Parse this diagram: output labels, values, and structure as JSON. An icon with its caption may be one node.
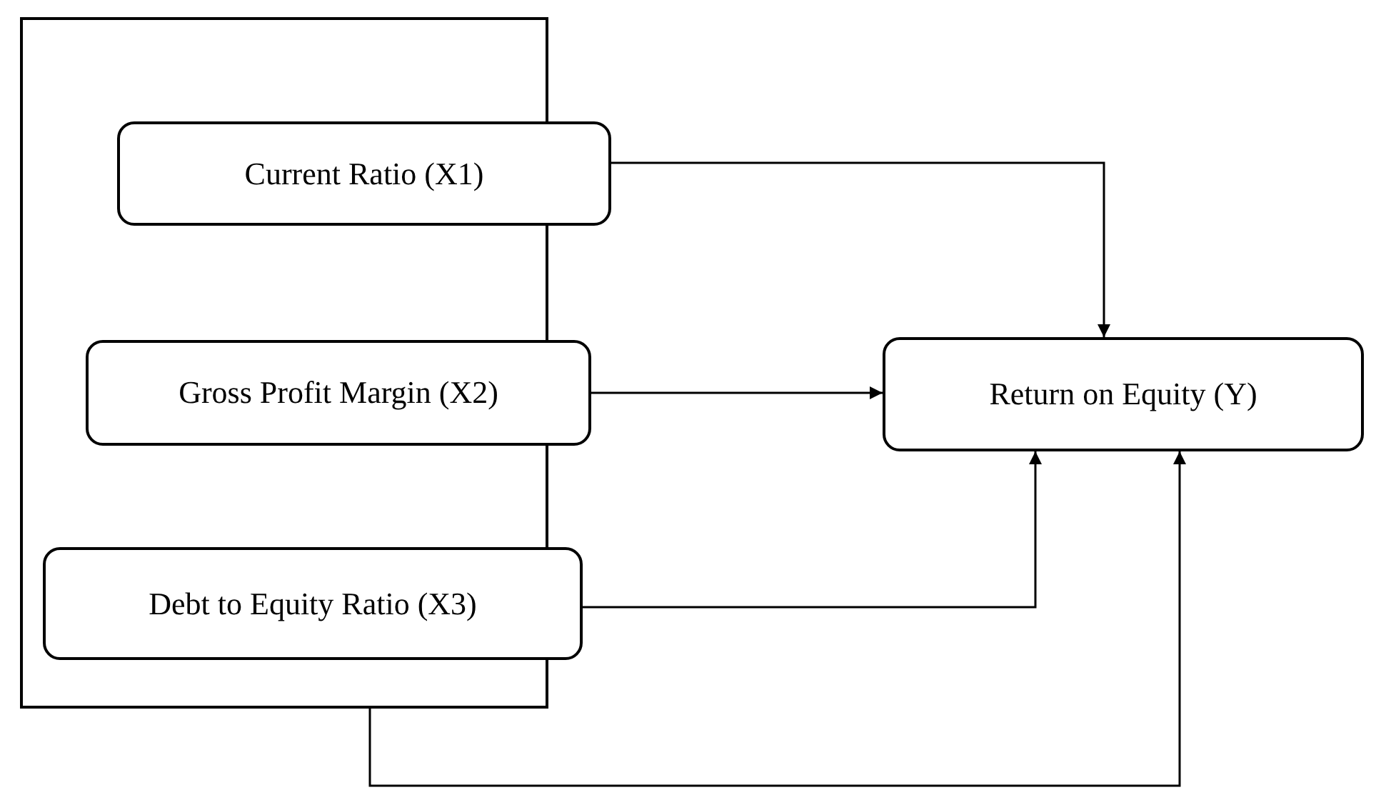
{
  "diagram": {
    "nodes": [
      {
        "text": [],
        "shape": "box"
      },
      {
        "text": [
          "Current Ratio (X1)"
        ],
        "in": 0
      },
      {
        "text": [
          "Gross Profit Margin (X2)"
        ],
        "in": 0
      },
      {
        "text": [
          "Debt to Equity Ratio (X3)"
        ],
        "in": 0
      },
      {
        "text": [
          "Return on Equity (Y)"
        ]
      }
    ],
    "edges": [
      {
        "from": 1,
        "to": 4,
        "arrow": "to"
      },
      {
        "from": 2,
        "to": 4,
        "arrow": "to"
      },
      {
        "from": 3,
        "to": 4,
        "arrow": "to"
      },
      {
        "from": 0,
        "to": 4,
        "arrow": "to"
      }
    ]
  }
}
